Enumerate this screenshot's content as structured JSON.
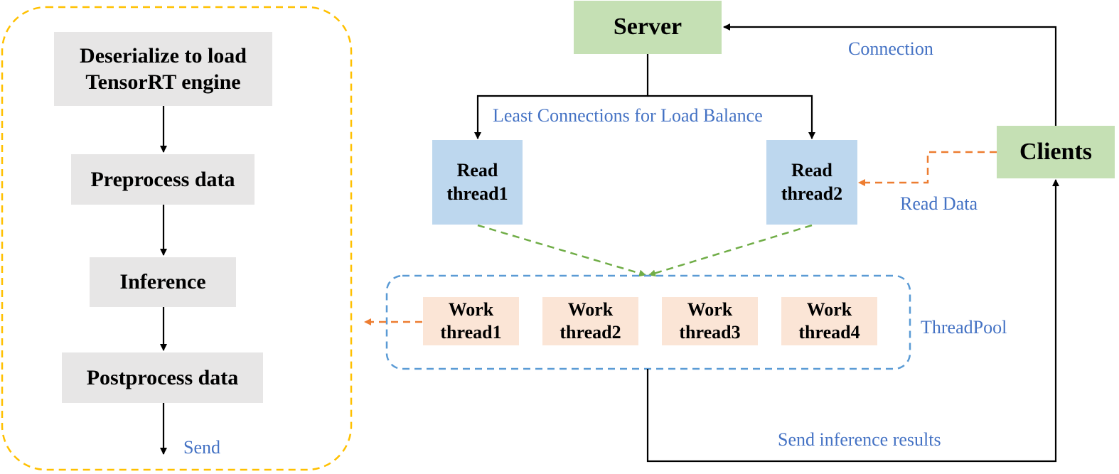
{
  "colors": {
    "label_text": "#4472c4",
    "pipeline_border": "#ffc000",
    "threadpool_border": "#5b9bd5",
    "read_to_pool_arrow": "#70ad47",
    "data_arrow": "#ed7d31",
    "flow_arrow": "#000000",
    "server_clients_fill": "#c5e0b4",
    "read_thread_fill": "#bdd7ee",
    "work_thread_fill": "#fbe5d6",
    "pipeline_step_fill": "#e7e6e6"
  },
  "pipeline": {
    "step1": {
      "line1": "Deserialize to load",
      "line2": "TensorRT engine"
    },
    "step2": "Preprocess data",
    "step3": "Inference",
    "step4": "Postprocess data",
    "send_label": "Send"
  },
  "server": {
    "label": "Server"
  },
  "clients": {
    "label": "Clients"
  },
  "labels": {
    "connection": "Connection",
    "least_connections": "Least Connections for Load Balance",
    "read_data": "Read Data",
    "threadpool": "ThreadPool",
    "send_results": "Send inference results"
  },
  "read_threads": [
    {
      "line1": "Read",
      "line2": "thread1"
    },
    {
      "line1": "Read",
      "line2": "thread2"
    }
  ],
  "work_threads": [
    {
      "line1": "Work",
      "line2": "thread1"
    },
    {
      "line1": "Work",
      "line2": "thread2"
    },
    {
      "line1": "Work",
      "line2": "thread3"
    },
    {
      "line1": "Work",
      "line2": "thread4"
    }
  ]
}
